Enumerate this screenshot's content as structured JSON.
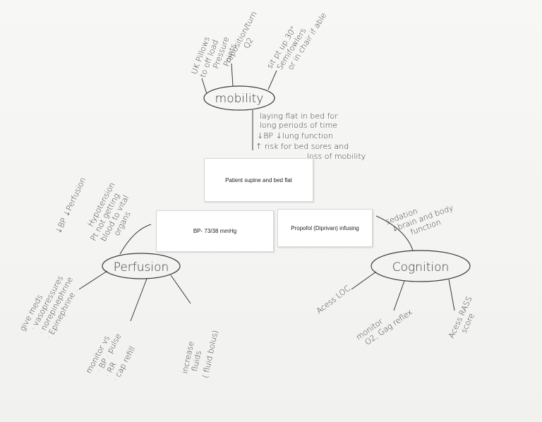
{
  "center_cards": {
    "patient_status": "Patient supine and bed flat",
    "blood_pressure": "BP- 73/38 mmHg",
    "medication": "Propofol (Diprivan) infusing"
  },
  "mobility": {
    "title": "mobility",
    "branches": [
      [
        "UK Pillows",
        "to off load",
        "Pressure",
        "Points"
      ],
      [
        "reposition/turn",
        "Q2"
      ],
      [
        "sit pt up 30°",
        "Semifowlers",
        "or in chair if able"
      ]
    ],
    "consequences": [
      "laying flat in bed for",
      "long periods of time",
      "↓BP ↓lung function",
      "↑ risk for bed sores and",
      "loss of mobility"
    ]
  },
  "perfusion": {
    "title": "Perfusion",
    "causes_left": [
      "↓BP ↓Perfusion"
    ],
    "causes_right": [
      "Hypotension",
      "Pt not getting",
      "blood to vital",
      "organs"
    ],
    "branches": [
      [
        "give meds",
        "· vasopressures",
        "· norepinephrine",
        "· Epinephrine ."
      ],
      [
        "monitor vs",
        "· BP · pulse",
        "· RR",
        "· cap refill"
      ],
      [
        "increase",
        "fluids",
        "( fluid bolus)"
      ]
    ]
  },
  "cognition": {
    "title": "Cognition",
    "causes": [
      "sedation",
      "↓brain and body",
      "function"
    ],
    "branches": [
      [
        "Acess LOC"
      ],
      [
        "monitor",
        "O2, Gag reflex"
      ],
      [
        "Acess RASS",
        "score"
      ]
    ]
  }
}
